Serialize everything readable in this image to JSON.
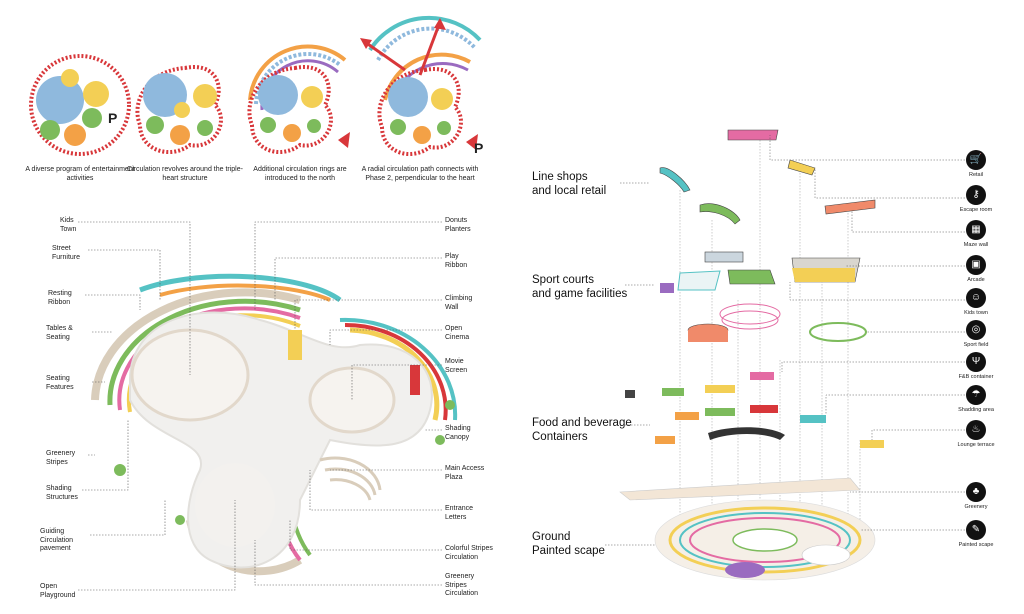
{
  "concept_captions": [
    "A diverse program\nof entertainment\nactivities",
    "Circulation revolves\naround the triple-heart\nstructure",
    "Additional circulation\nrings are introduced to\nthe north",
    "A radial circulation path\nconnects with Phase 2,\nperpendicular to the heart"
  ],
  "concept_marker": "P",
  "plan_labels_left": [
    "Kids\nTown",
    "Street\nFurniture",
    "Resting\nRibbon",
    "Tables &\nSeating",
    "Seating\nFeatures",
    "Greenery\nStripes",
    "Shading\nStructures",
    "Guiding\nCirculation\npavement",
    "Open\nPlayground"
  ],
  "plan_labels_right": [
    "Donuts\nPlanters",
    "Play\nRibbon",
    "Climbing\nWall",
    "Open\nCinema",
    "Movie\nScreen",
    "Shading\nCanopy",
    "Main Access\nPlaza",
    "Entrance\nLetters",
    "Colorful Stripes\nCirculation",
    "Greenery\nStripes\nCirculation"
  ],
  "exploded_categories": [
    "Line shops\nand local retail",
    "Sport courts\nand game facilities",
    "Food and beverage\nContainers",
    "Ground\nPainted scape"
  ],
  "legend": [
    {
      "label": "Retail",
      "icon": "cart-icon",
      "glyph": "🛒"
    },
    {
      "label": "Escape room",
      "icon": "key-icon",
      "glyph": "⚷"
    },
    {
      "label": "Maze wall",
      "icon": "maze-icon",
      "glyph": "▦"
    },
    {
      "label": "Arcade",
      "icon": "arcade-icon",
      "glyph": "▣"
    },
    {
      "label": "Kids town",
      "icon": "kids-icon",
      "glyph": "☺"
    },
    {
      "label": "Sport field",
      "icon": "ball-icon",
      "glyph": "◎"
    },
    {
      "label": "F&B container",
      "icon": "cutlery-icon",
      "glyph": "Ψ"
    },
    {
      "label": "Shadding area",
      "icon": "umbrella-icon",
      "glyph": "☂"
    },
    {
      "label": "Lounge terrace",
      "icon": "lounge-icon",
      "glyph": "♨"
    },
    {
      "label": "Greenery",
      "icon": "tree-icon",
      "glyph": "♣"
    },
    {
      "label": "Painted scape",
      "icon": "paint-icon",
      "glyph": "✎"
    }
  ],
  "colors": {
    "blue": "#8fb9dd",
    "yellow": "#f3cf55",
    "red": "#d8373a",
    "green": "#7dbb5c",
    "orange": "#f3a146",
    "pink": "#e46ba3",
    "purple": "#9a6bc0",
    "teal": "#55c2c4",
    "sand": "#d9cdbb"
  }
}
